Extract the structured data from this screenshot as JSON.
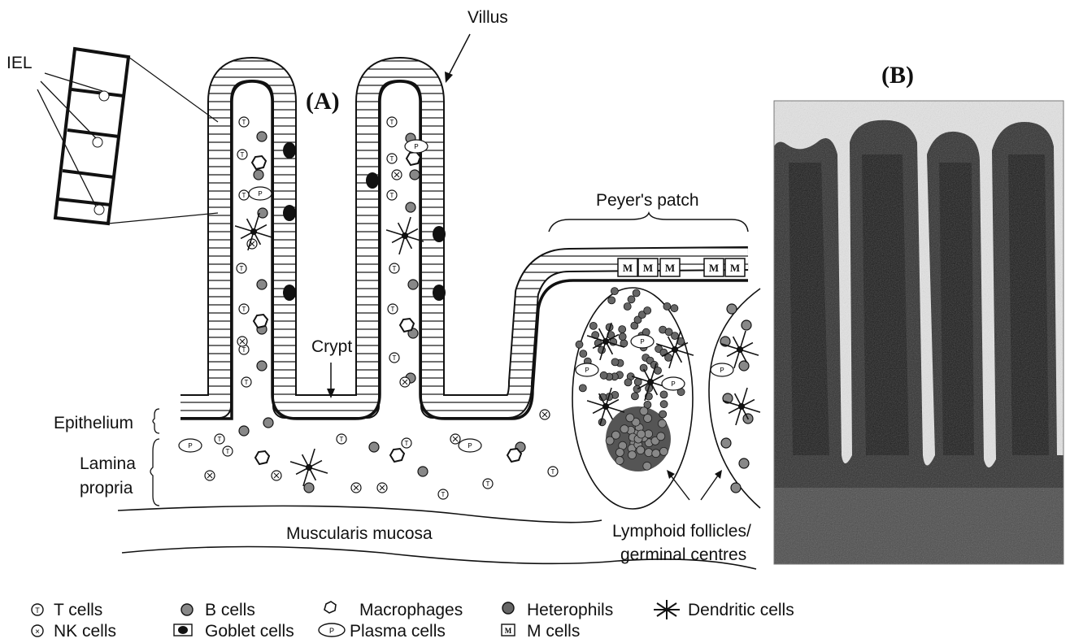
{
  "panels": {
    "a": "(A)",
    "b": "(B)"
  },
  "labels": {
    "villus": "Villus",
    "iel": "IEL",
    "peyers_patch": "Peyer's patch",
    "crypt": "Crypt",
    "epithelium": "Epithelium",
    "lamina_line1": "Lamina",
    "lamina_line2": "propria",
    "muscularis": "Muscularis mucosa",
    "follicles_line1": "Lymphoid follicles/",
    "follicles_line2": "germinal centres",
    "m_cell": "M"
  },
  "cell_symbols": {
    "t": "T",
    "p": "P"
  },
  "legend": [
    {
      "label": "T cells",
      "icon": "t-cell-icon"
    },
    {
      "label": "NK cells",
      "icon": "nk-cell-icon"
    },
    {
      "label": "B cells",
      "icon": "b-cell-icon"
    },
    {
      "label": "Goblet cells",
      "icon": "goblet-cell-icon"
    },
    {
      "label": "Macrophages",
      "icon": "macrophage-icon"
    },
    {
      "label": "Plasma cells",
      "icon": "plasma-cell-icon"
    },
    {
      "label": "Heterophils",
      "icon": "heterophil-icon"
    },
    {
      "label": "M cells",
      "icon": "m-cell-icon"
    },
    {
      "label": "Dendritic cells",
      "icon": "dendritic-cell-icon"
    }
  ],
  "colors": {
    "ink": "#111111",
    "micro_tissue": "#3a3a3a",
    "micro_dark": "#151515",
    "micro_bg": "#e4e4e4"
  }
}
